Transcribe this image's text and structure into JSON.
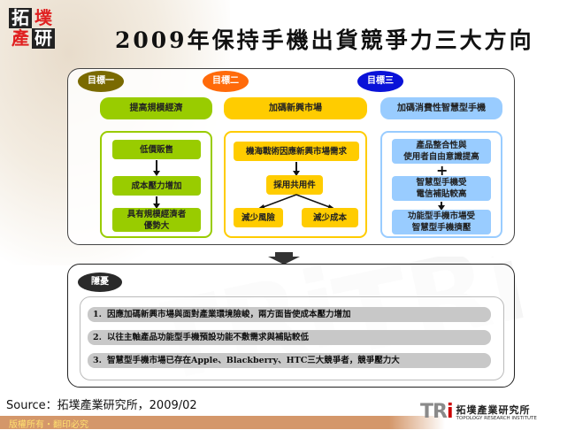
{
  "header": {
    "logo_chars": [
      "拓",
      "墣",
      "產",
      "研"
    ],
    "title": "2009年保持手機出貨競爭力三大方向"
  },
  "goals": [
    {
      "label": "目標一",
      "color": "#7a6a00",
      "heading": "提高規模經濟",
      "heading_color": "#99cc00",
      "nodes": [
        "低價販售",
        "成本壓力增加",
        "具有規模經濟者\n優勢大"
      ]
    },
    {
      "label": "目標二",
      "color": "#ff6a0a",
      "heading": "加碼新興市場",
      "heading_color": "#ffcc00",
      "nodes": [
        "機海戰術因應新興市場需求",
        "採用共用件",
        "減少風險",
        "減少成本"
      ]
    },
    {
      "label": "目標三",
      "color": "#0a12d8",
      "heading": "加碼消費性智慧型手機",
      "heading_color": "#99ccff",
      "nodes": [
        "產品整合性與\n使用者自由意識提高",
        "智慧型手機受\n電信補貼較高",
        "功能型手機市場受\n智慧型手機擠壓"
      ],
      "connector": "+"
    }
  ],
  "implications": {
    "label": "隱憂",
    "items": [
      {
        "num": "1.",
        "text": "因應加碼新興市場與面對產業環境險峻，兩方面皆使成本壓力增加"
      },
      {
        "num": "2.",
        "text": "以往主軸產品功能型手機預設功能不敷需求與補貼較低"
      },
      {
        "num": "3.",
        "text": "智慧型手機市場已存在Apple、Blackberry、HTC三大競爭者，競爭壓力大"
      }
    ]
  },
  "footer": {
    "source": "Source：拓墣產業研究所，2009/02",
    "copyright": "版權所有・翻印必究",
    "brand_mark": "TR",
    "brand_mark_i": "i",
    "brand_cn": "拓墣產業研究所",
    "brand_en": "TOPOLOGY RESEARCH INSTITUTE"
  }
}
